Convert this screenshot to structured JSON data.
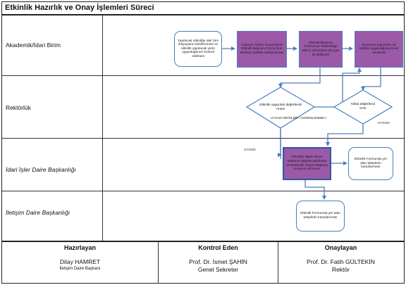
{
  "title": "Etkinlik Hazırlık ve Onay İşlemleri Süreci",
  "lanes": [
    "Akademik/İdari Birim",
    "Rektörlük",
    "İdari İşler Daire Başkanlığı",
    "İletişim Daire Başkanlığı"
  ],
  "nodes": {
    "start": "Yapılacak etkinliğe dair tüm ihtiyaçların belirlenmesi ve etkinlik yapılacak yerin uygunluğunun kontrol edilmesi",
    "form": "Lokman Hekim Üniversitesi Etkinlik Başvuru Formu'nun eksiksiz şekilde doldurulması",
    "ebys": "Etkinlik Başvuru Formu'nun Rektörlüğe EBYS üzerinden üst yazı ile iletilmesi",
    "revise": "Revizyon yapılması ve tekliğin uygunluğuna karar verilmesi",
    "approval": "Etkinlik uygunluk değerlendi rmesi",
    "final": "Nihai değerlend irme",
    "idari_process": "Etkinliğe ilişkin ikram talebinin değerlendirilmesi ve Mütevelli Heyeti Başkanı onayının alınması",
    "idari_end": "Etkinlik Formunda yer alan taleplerin karşılanması",
    "iletisim_end": "Etkinlik Formunda yer alan taleplerin karşılanması"
  },
  "edges": {
    "not_suitable": "UYGUN DEĞİLDİR / DÜZENLENMELİ",
    "suitable_1": "UYGUN",
    "suitable_2": "UYGUN"
  },
  "footer": {
    "prepared": {
      "heading": "Hazırlayan",
      "name": "Dilay HAMRET",
      "role": "İletişim Daire Başkanı"
    },
    "controlled": {
      "heading": "Kontrol Eden",
      "name": "Prof. Dr. İsmet ŞAHİN",
      "role": "Genel Sekreter"
    },
    "approved": {
      "heading": "Onaylayan",
      "name": "Prof. Dr. Fatih GÜLTEKİN",
      "role": "Rektör"
    }
  },
  "colors": {
    "process_fill": "#9b59a8",
    "connector": "#4a7ebf",
    "border": "#222222"
  }
}
